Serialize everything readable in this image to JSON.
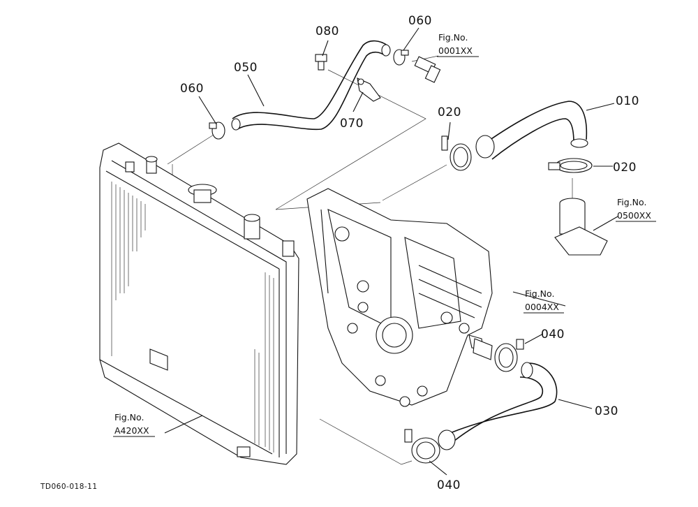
{
  "callouts": [
    {
      "id": "010",
      "text": "010"
    },
    {
      "id": "020a",
      "text": "020"
    },
    {
      "id": "020b",
      "text": "020"
    },
    {
      "id": "030",
      "text": "030"
    },
    {
      "id": "040a",
      "text": "040"
    },
    {
      "id": "040b",
      "text": "040"
    },
    {
      "id": "050",
      "text": "050"
    },
    {
      "id": "060a",
      "text": "060"
    },
    {
      "id": "060b",
      "text": "060"
    },
    {
      "id": "070",
      "text": "070"
    },
    {
      "id": "080",
      "text": "080"
    }
  ],
  "fig_refs": [
    {
      "label": "Fig.No.",
      "code": "0001XX"
    },
    {
      "label": "Fig.No.",
      "code": "0500XX"
    },
    {
      "label": "Fig.No.",
      "code": "0004XX"
    },
    {
      "label": "Fig.No.",
      "code": "A420XX"
    }
  ],
  "diagram_code": "TD060-018-11"
}
